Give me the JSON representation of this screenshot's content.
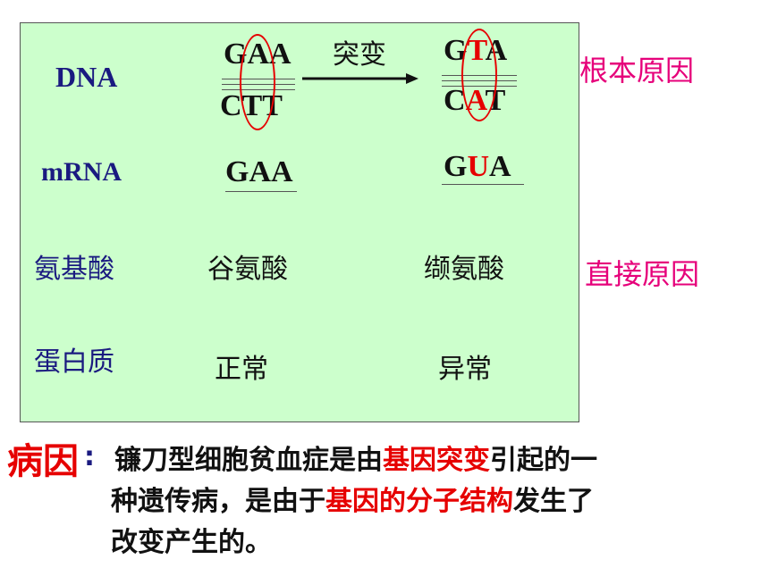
{
  "rows": {
    "dna": "DNA",
    "mrna": "mRNA",
    "amino": "氨基酸",
    "protein": "蛋白质"
  },
  "normal": {
    "dna_top": "GAA",
    "dna_bottom": "CTT",
    "mrna": "GAA",
    "amino": "谷氨酸",
    "protein": "正常"
  },
  "mutant": {
    "dna_top_1": "G",
    "dna_top_2": "T",
    "dna_top_3": "A",
    "dna_bottom_1": "C",
    "dna_bottom_2": "A",
    "dna_bottom_3": "T",
    "mrna_1": "G",
    "mrna_2": "U",
    "mrna_3": "A",
    "amino": "缬氨酸",
    "protein": "异常"
  },
  "arrow_label": "突变",
  "side": {
    "root_cause": "根本原因",
    "direct_cause": "直接原因"
  },
  "cause": {
    "label": "病因",
    "colon": ":",
    "line1_a": "镰刀型细胞贫血症是由",
    "line1_hl": "基因突变",
    "line1_b": "引起的一",
    "line2_a": "种遗传病，是由于",
    "line2_hl": "基因的分子结构",
    "line2_b": "发生了",
    "line3": "改变产生的。"
  },
  "colors": {
    "panel_bg": "#ccffcc",
    "highlight": "#e60000",
    "side_label": "#e6007a",
    "row_label": "#1a1a80"
  }
}
